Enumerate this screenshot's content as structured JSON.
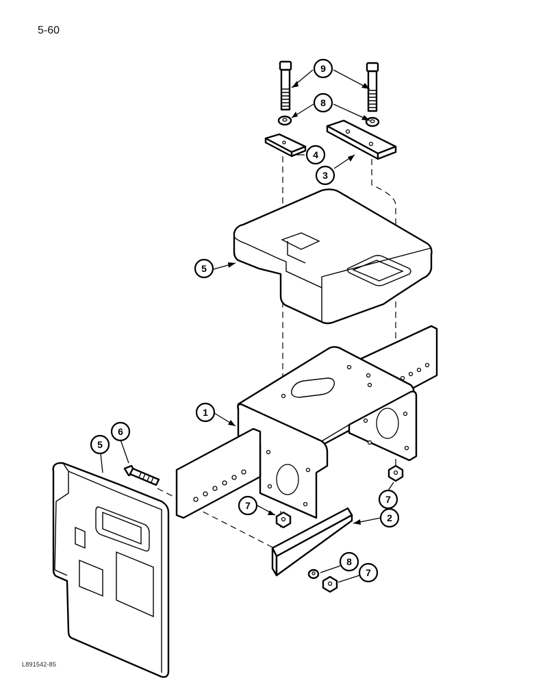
{
  "page": {
    "page_number": "5-60",
    "figure_code": "L891542-85"
  },
  "callouts": [
    {
      "id": "c9",
      "label": "9"
    },
    {
      "id": "c8a",
      "label": "8"
    },
    {
      "id": "c4",
      "label": "4"
    },
    {
      "id": "c3",
      "label": "3"
    },
    {
      "id": "c5a",
      "label": "5"
    },
    {
      "id": "c1",
      "label": "1"
    },
    {
      "id": "c6",
      "label": "6"
    },
    {
      "id": "c5b",
      "label": "5"
    },
    {
      "id": "c7a",
      "label": "7"
    },
    {
      "id": "c7b",
      "label": "7"
    },
    {
      "id": "c2",
      "label": "2"
    },
    {
      "id": "c8b",
      "label": "8"
    },
    {
      "id": "c7c",
      "label": "7"
    }
  ]
}
